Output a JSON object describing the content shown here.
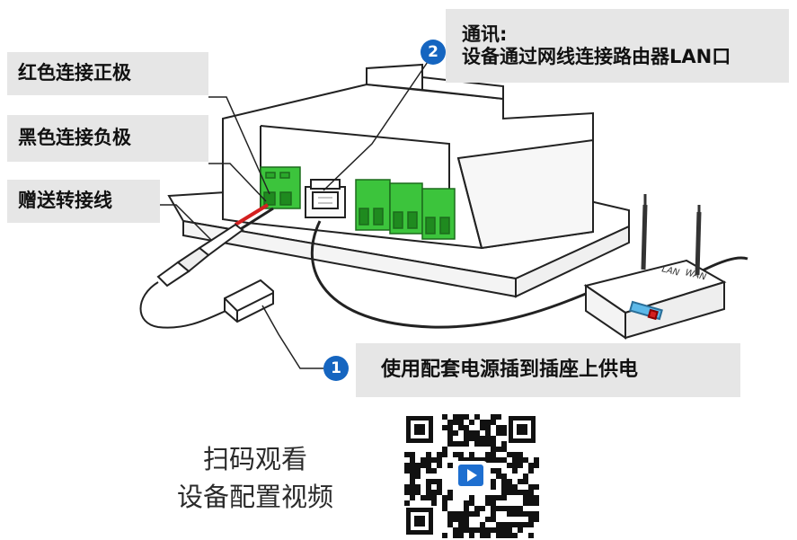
{
  "labels": {
    "red_positive": "红色连接正极",
    "black_negative": "黑色连接负极",
    "adapter_cable": "赠送转接线",
    "comm_title": "通讯:",
    "comm_detail": "设备通过网线连接路由器LAN口",
    "power": "使用配套电源插到插座上供电"
  },
  "steps": {
    "one": "1",
    "two": "2"
  },
  "router": {
    "port_lan": "LAN",
    "port_wan": "WAN"
  },
  "scan": {
    "line1": "扫码观看",
    "line2": "设备配置视频"
  },
  "colors": {
    "callout_bg": "#e6e6e6",
    "badge_blue": "#1565c0",
    "terminal_green": "#3cc43c",
    "wire_red": "#d42020"
  },
  "icons": {
    "video": "video-play-icon"
  }
}
